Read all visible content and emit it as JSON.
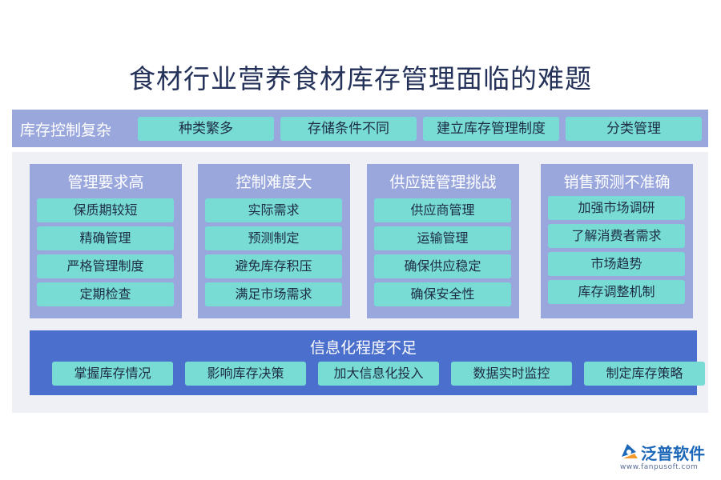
{
  "title": "食材行业营养食材库存管理面临的难题",
  "top_band": {
    "label": "库存控制复杂",
    "items": [
      "种类繁多",
      "存储条件不同",
      "建立库存管理制度",
      "分类管理"
    ]
  },
  "cards": [
    {
      "title": "管理要求高",
      "items": [
        "保质期较短",
        "精确管理",
        "严格管理制度",
        "定期检查"
      ]
    },
    {
      "title": "控制难度大",
      "items": [
        "实际需求",
        "预测制定",
        "避免库存积压",
        "满足市场需求"
      ]
    },
    {
      "title": "供应链管理挑战",
      "items": [
        "供应商管理",
        "运输管理",
        "确保供应稳定",
        "确保安全性"
      ]
    },
    {
      "title": "销售预测不准确",
      "items": [
        "加强市场调研",
        "了解消费者需求",
        "市场趋势",
        "库存调整机制"
      ]
    }
  ],
  "info_band": {
    "title": "信息化程度不足",
    "items": [
      "掌握库存情况",
      "影响库存决策",
      "加大信息化投入",
      "数据实时监控",
      "制定库存策略"
    ]
  },
  "logo": {
    "name": "泛普软件",
    "url": "www.fanpusoft.com",
    "icon": "fanpu-logo-icon"
  },
  "colors": {
    "band": "#9aa7dc",
    "pill": "#78dcd5",
    "info": "#4a6fcc",
    "title": "#24325a"
  }
}
